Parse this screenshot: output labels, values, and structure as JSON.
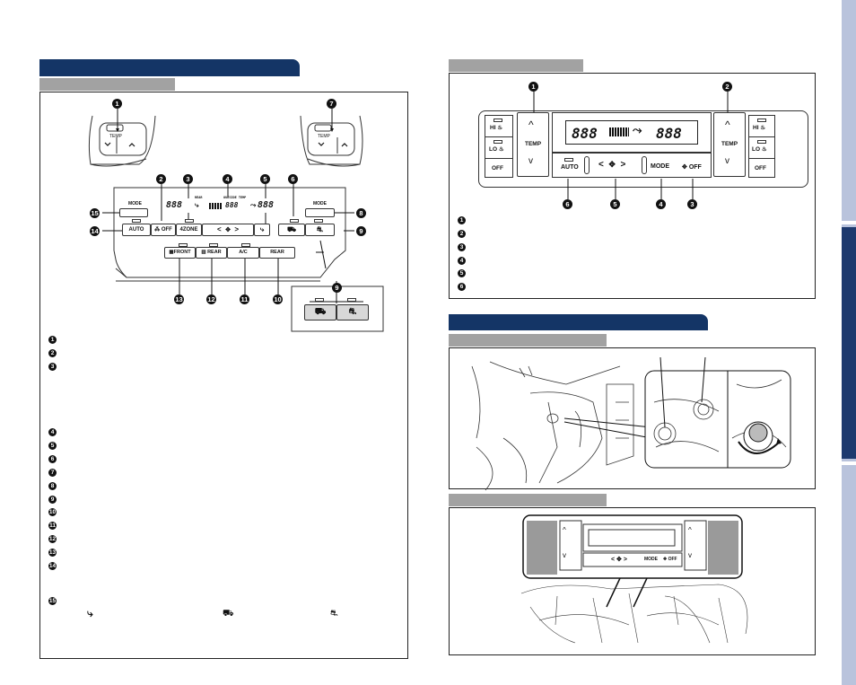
{
  "front_panel": {
    "mode_left": "MODE",
    "mode_right": "MODE",
    "temp_label": "TEMP",
    "temp_label_right": "TEMP",
    "auto": "AUTO",
    "fan_off": "OFF",
    "four_zone": "4ZONE",
    "front": "FRONT",
    "rear_defog": "REAR",
    "ac": "A/C",
    "rear": "REAR",
    "lcd_left": "888",
    "lcd_mid": "888",
    "lcd_right": "888",
    "lcd_rear_tag": "REAR",
    "lcd_outside_tag": "OUTSIDE TEMP",
    "callouts_top": [
      "7"
    ],
    "callouts_row": [
      "2",
      "3",
      "4",
      "5",
      "6"
    ],
    "callouts_side_left": [
      "15",
      "14"
    ],
    "callouts_side_right": [
      "8",
      "9"
    ],
    "callouts_bottom": [
      "13",
      "12",
      "11",
      "10"
    ],
    "inset_callout": "9"
  },
  "front_legend": [
    "1",
    "2",
    "3",
    "4",
    "5",
    "6",
    "7",
    "8",
    "9",
    "10",
    "11",
    "12",
    "13",
    "14",
    "15"
  ],
  "rear_panel": {
    "hi_left": "HI",
    "lo_left": "LO",
    "off_left": "OFF",
    "temp_left": "TEMP",
    "lcd_left": "888",
    "lcd_right": "888",
    "temp_right": "TEMP",
    "hi_right": "HI",
    "lo_right": "LO",
    "off_right": "OFF",
    "auto": "AUTO",
    "mode": "MODE",
    "fan_off": "OFF",
    "callouts_top": [
      "1",
      "2"
    ],
    "callouts_bottom": [
      "6",
      "5",
      "4",
      "3"
    ]
  },
  "rear_legend": [
    "1",
    "2",
    "3",
    "4",
    "5",
    "6"
  ],
  "seat_panel": {
    "mode": "MODE",
    "fan_off": "OFF"
  }
}
